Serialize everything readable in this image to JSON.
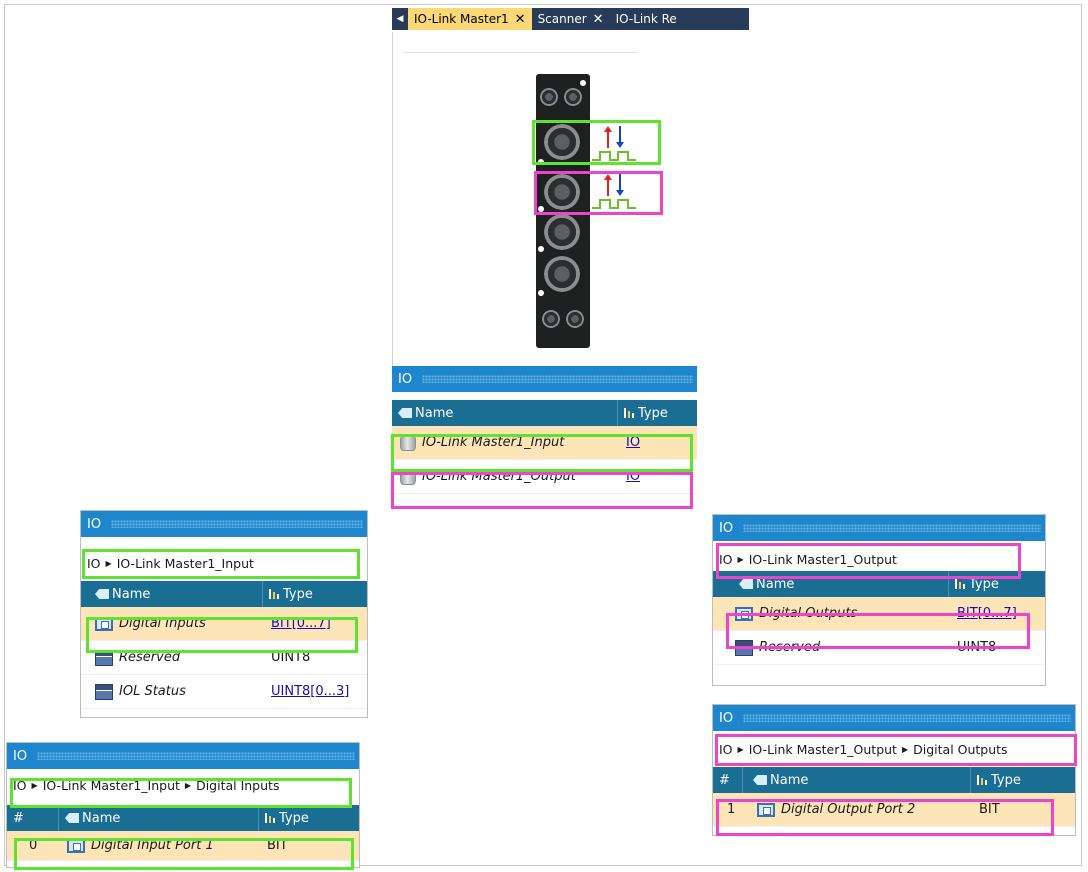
{
  "tabs": [
    {
      "label": "IO-Link Master1",
      "close": "✕",
      "active": true
    },
    {
      "label": "Scanner",
      "close": "✕",
      "active": false
    },
    {
      "label": "IO-Link Re",
      "close": "",
      "active": false
    }
  ],
  "tab_scroll_glyph": "◀",
  "io_panel": {
    "title": "IO",
    "columns": {
      "name": "Name",
      "type": "Type"
    },
    "rows": [
      {
        "name": "IO-Link Master1_Input",
        "type": "IO",
        "selected": true
      },
      {
        "name": "IO-Link Master1_Output",
        "type": "IO",
        "selected": false
      }
    ]
  },
  "input_panel": {
    "title": "IO",
    "breadcrumb": [
      "IO",
      "IO-Link Master1_Input"
    ],
    "columns": {
      "name": "Name",
      "type": "Type"
    },
    "rows": [
      {
        "name": "Digital Inputs",
        "type": "BIT[0...7]",
        "link": true,
        "selected": true
      },
      {
        "name": "Reserved",
        "type": "UINT8",
        "link": false,
        "selected": false
      },
      {
        "name": "IOL Status",
        "type": "UINT8[0...3]",
        "link": true,
        "selected": false
      }
    ]
  },
  "output_panel": {
    "title": "IO",
    "breadcrumb": [
      "IO",
      "IO-Link Master1_Output"
    ],
    "columns": {
      "name": "Name",
      "type": "Type"
    },
    "rows": [
      {
        "name": "Digital Outputs",
        "type": "BIT[0...7]",
        "link": true,
        "selected": true
      },
      {
        "name": "Reserved",
        "type": "UINT8",
        "link": false,
        "selected": false
      }
    ]
  },
  "digital_inputs_panel": {
    "title": "IO",
    "breadcrumb": [
      "IO",
      "IO-Link Master1_Input",
      "Digital Inputs"
    ],
    "columns": {
      "index": "#",
      "name": "Name",
      "type": "Type"
    },
    "rows": [
      {
        "index": "0",
        "name": "Digital Input Port 1",
        "type": "BIT",
        "selected": true
      }
    ]
  },
  "digital_outputs_panel": {
    "title": "IO",
    "breadcrumb": [
      "IO",
      "IO-Link Master1_Output",
      "Digital Outputs"
    ],
    "columns": {
      "index": "#",
      "name": "Name",
      "type": "Type"
    },
    "rows": [
      {
        "index": "1",
        "name": "Digital Output Port 2",
        "type": "BIT",
        "selected": true
      }
    ]
  },
  "breadcrumb_separator": "▶",
  "colors": {
    "highlight_input": "#5ee32e",
    "highlight_output": "#ee44cc",
    "panel_title": "#1d86cc",
    "grid_header": "#1a6e94",
    "selected_row": "#fde5b8",
    "tab_active": "#fbd776"
  },
  "icons": {
    "tag": "tag-icon",
    "type": "type-icon",
    "io_item": "cylinder-icon",
    "port": "port-icon",
    "uint": "uint-icon",
    "signal": "square-wave-icon"
  }
}
